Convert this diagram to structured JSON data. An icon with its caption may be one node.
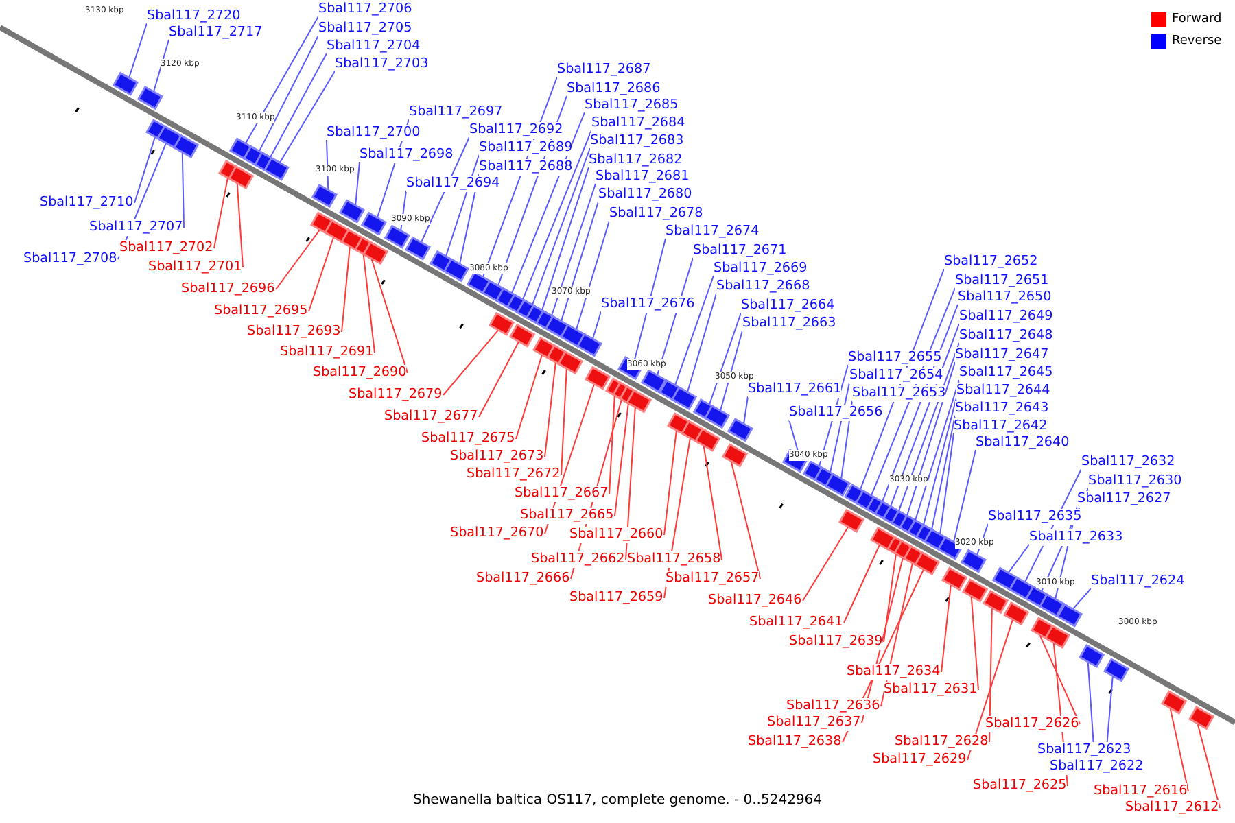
{
  "diagram": {
    "caption": "Shewanella baltica OS117, complete genome. - 0..5242964",
    "nodes": [
      {
        "text": [
          "Sbal117_2720"
        ]
      },
      {
        "text": [
          "Sbal117_2717"
        ]
      },
      {
        "text": [
          "Sbal117_2706"
        ]
      },
      {
        "text": [
          "Sbal117_2705"
        ]
      },
      {
        "text": [
          "Sbal117_2704"
        ]
      },
      {
        "text": [
          "Sbal117_2703"
        ]
      },
      {
        "text": [
          "Sbal117_2710"
        ]
      },
      {
        "text": [
          "Sbal117_2700"
        ]
      },
      {
        "text": [
          "Sbal117_2707"
        ]
      },
      {
        "text": [
          "Sbal117_2702"
        ]
      },
      {
        "text": [
          "Sbal117_2708"
        ]
      },
      {
        "text": [
          "Sbal117_2701"
        ]
      },
      {
        "text": [
          "Sbal117_2698"
        ]
      },
      {
        "text": [
          "Sbal117_2697"
        ]
      },
      {
        "text": [
          "Sbal117_2692"
        ]
      },
      {
        "text": [
          "Sbal117_2689"
        ]
      },
      {
        "text": [
          "Sbal117_2688"
        ]
      },
      {
        "text": [
          "Sbal117_2694"
        ]
      },
      {
        "text": [
          "Sbal117_2687"
        ]
      },
      {
        "text": [
          "Sbal117_2686"
        ]
      },
      {
        "text": [
          "Sbal117_2685"
        ]
      },
      {
        "text": [
          "Sbal117_2684"
        ]
      },
      {
        "text": [
          "Sbal117_2683"
        ]
      },
      {
        "text": [
          "Sbal117_2682"
        ]
      },
      {
        "text": [
          "Sbal117_2681"
        ]
      },
      {
        "text": [
          "Sbal117_2680"
        ]
      },
      {
        "text": [
          "Sbal117_2678"
        ]
      },
      {
        "text": [
          "Sbal117_2674"
        ]
      },
      {
        "text": [
          "Sbal117_2671"
        ]
      },
      {
        "text": [
          "Sbal117_2669"
        ]
      },
      {
        "text": [
          "Sbal117_2668"
        ]
      },
      {
        "text": [
          "Sbal117_2676"
        ]
      },
      {
        "text": [
          "Sbal117_2664"
        ]
      },
      {
        "text": [
          "Sbal117_2663"
        ]
      },
      {
        "text": [
          "Sbal117_2661"
        ]
      },
      {
        "text": [
          "Sbal117_2696"
        ]
      },
      {
        "text": [
          "Sbal117_2695"
        ]
      },
      {
        "text": [
          "Sbal117_2693"
        ]
      },
      {
        "text": [
          "Sbal117_2691"
        ]
      },
      {
        "text": [
          "Sbal117_2690"
        ]
      },
      {
        "text": [
          "Sbal117_2679"
        ]
      },
      {
        "text": [
          "Sbal117_2677"
        ]
      },
      {
        "text": [
          "Sbal117_2675"
        ]
      },
      {
        "text": [
          "Sbal117_2673"
        ]
      },
      {
        "text": [
          "Sbal117_2672"
        ]
      },
      {
        "text": [
          "Sbal117_2667"
        ]
      },
      {
        "text": [
          "Sbal117_2665"
        ]
      },
      {
        "text": [
          "Sbal117_2670"
        ]
      },
      {
        "text": [
          "Sbal117_2660"
        ]
      },
      {
        "text": [
          "Sbal117_2662"
        ]
      },
      {
        "text": [
          "Sbal117_2658"
        ]
      },
      {
        "text": [
          "Sbal117_2666"
        ]
      },
      {
        "text": [
          "Sbal117_2657"
        ]
      },
      {
        "text": [
          "Sbal117_2659"
        ]
      },
      {
        "text": [
          "Sbal117_2646"
        ]
      },
      {
        "text": [
          "Sbal117_2652"
        ]
      },
      {
        "text": [
          "Sbal117_2651"
        ]
      },
      {
        "text": [
          "Sbal117_2650"
        ]
      },
      {
        "text": [
          "Sbal117_2649"
        ]
      },
      {
        "text": [
          "Sbal117_2648"
        ]
      },
      {
        "text": [
          "Sbal117_2647"
        ]
      },
      {
        "text": [
          "Sbal117_2645"
        ]
      },
      {
        "text": [
          "Sbal117_2644"
        ]
      },
      {
        "text": [
          "Sbal117_2643"
        ]
      },
      {
        "text": [
          "Sbal117_2642"
        ]
      },
      {
        "text": [
          "Sbal117_2640"
        ]
      },
      {
        "text": [
          "Sbal117_2655"
        ]
      },
      {
        "text": [
          "Sbal117_2654"
        ]
      },
      {
        "text": [
          "Sbal117_2653"
        ]
      },
      {
        "text": [
          "Sbal117_2656"
        ]
      },
      {
        "text": [
          "Sbal117_2632"
        ]
      },
      {
        "text": [
          "Sbal117_2630"
        ]
      },
      {
        "text": [
          "Sbal117_2627"
        ]
      },
      {
        "text": [
          "Sbal117_2635"
        ]
      },
      {
        "text": [
          "Sbal117_2633"
        ]
      },
      {
        "text": [
          "Sbal117_2624"
        ]
      },
      {
        "text": [
          "Sbal117_2641"
        ]
      },
      {
        "text": [
          "Sbal117_2639"
        ]
      },
      {
        "text": [
          "Sbal117_2634"
        ]
      },
      {
        "text": [
          "Sbal117_2631"
        ]
      },
      {
        "text": [
          "Sbal117_2636"
        ]
      },
      {
        "text": [
          "Sbal117_2637"
        ]
      },
      {
        "text": [
          "Sbal117_2638"
        ]
      },
      {
        "text": [
          "Sbal117_2628"
        ]
      },
      {
        "text": [
          "Sbal117_2629"
        ]
      },
      {
        "text": [
          "Sbal117_2626"
        ]
      },
      {
        "text": [
          "Sbal117_2623"
        ]
      },
      {
        "text": [
          "Sbal117_2625"
        ]
      },
      {
        "text": [
          "Sbal117_2622"
        ]
      },
      {
        "text": [
          "Sbal117_2616"
        ]
      },
      {
        "text": [
          "Sbal117_2612"
        ]
      },
      {
        "text": [],
        "shape": "box"
      },
      {
        "text": [],
        "shape": "box"
      },
      {
        "text": [],
        "shape": "box"
      },
      {
        "text": [],
        "shape": "box"
      },
      {
        "text": [],
        "shape": "box"
      },
      {
        "text": [],
        "shape": "box"
      },
      {
        "text": [],
        "shape": "box"
      },
      {
        "text": [],
        "shape": "box"
      },
      {
        "text": [],
        "shape": "box"
      },
      {
        "text": [],
        "shape": "box"
      },
      {
        "text": [],
        "shape": "box"
      },
      {
        "text": [],
        "shape": "box"
      },
      {
        "text": [],
        "shape": "box"
      },
      {
        "text": [],
        "shape": "box"
      },
      {
        "text": [],
        "shape": "box"
      },
      {
        "text": [],
        "shape": "box"
      },
      {
        "text": [],
        "shape": "box"
      },
      {
        "text": [],
        "shape": "box"
      },
      {
        "text": [],
        "shape": "box"
      },
      {
        "text": [],
        "shape": "box"
      },
      {
        "text": [],
        "shape": "box"
      },
      {
        "text": [],
        "shape": "box"
      },
      {
        "text": [],
        "shape": "box"
      },
      {
        "text": [],
        "shape": "box"
      },
      {
        "text": [],
        "shape": "box"
      },
      {
        "text": [],
        "shape": "box"
      },
      {
        "text": [],
        "shape": "box"
      },
      {
        "text": [],
        "shape": "box"
      },
      {
        "text": [],
        "shape": "box"
      },
      {
        "text": [],
        "shape": "box"
      },
      {
        "text": [],
        "shape": "box"
      },
      {
        "text": [],
        "shape": "box"
      },
      {
        "text": [],
        "shape": "box"
      },
      {
        "text": [],
        "shape": "box"
      },
      {
        "text": [],
        "shape": "box"
      },
      {
        "text": [],
        "shape": "box"
      },
      {
        "text": [],
        "shape": "box"
      },
      {
        "text": [],
        "shape": "box"
      },
      {
        "text": [],
        "shape": "box"
      },
      {
        "text": [],
        "shape": "box"
      },
      {
        "text": [],
        "shape": "box"
      },
      {
        "text": [],
        "shape": "box"
      },
      {
        "text": [],
        "shape": "box"
      },
      {
        "text": [],
        "shape": "box"
      },
      {
        "text": [],
        "shape": "box"
      },
      {
        "text": [],
        "shape": "box"
      },
      {
        "text": [],
        "shape": "box"
      },
      {
        "text": [],
        "shape": "box"
      },
      {
        "text": [],
        "shape": "box"
      },
      {
        "text": [],
        "shape": "box"
      },
      {
        "text": [],
        "shape": "box"
      },
      {
        "text": [],
        "shape": "box"
      },
      {
        "text": [],
        "shape": "box"
      },
      {
        "text": [],
        "shape": "box"
      },
      {
        "text": [],
        "shape": "box"
      },
      {
        "text": [],
        "shape": "box"
      },
      {
        "text": [],
        "shape": "box"
      },
      {
        "text": [],
        "shape": "box"
      },
      {
        "text": [],
        "shape": "box"
      },
      {
        "text": [],
        "shape": "box"
      },
      {
        "text": [],
        "shape": "box"
      },
      {
        "text": [],
        "shape": "box"
      },
      {
        "text": [],
        "shape": "box"
      },
      {
        "text": [],
        "shape": "box"
      },
      {
        "text": [],
        "shape": "box"
      },
      {
        "text": [],
        "shape": "box"
      },
      {
        "text": [],
        "shape": "box"
      },
      {
        "text": [],
        "shape": "box"
      },
      {
        "text": [],
        "shape": "box"
      },
      {
        "text": [],
        "shape": "box"
      },
      {
        "text": [],
        "shape": "box"
      },
      {
        "text": [],
        "shape": "box"
      },
      {
        "text": [],
        "shape": "box"
      },
      {
        "text": [],
        "shape": "box"
      },
      {
        "text": [],
        "shape": "box"
      },
      {
        "text": [],
        "shape": "box"
      },
      {
        "text": [],
        "shape": "box"
      },
      {
        "text": [],
        "shape": "box"
      },
      {
        "text": [],
        "shape": "box"
      },
      {
        "text": [],
        "shape": "box"
      },
      {
        "text": [],
        "shape": "box"
      },
      {
        "text": [],
        "shape": "box"
      },
      {
        "text": [],
        "shape": "box"
      },
      {
        "text": [],
        "shape": "box"
      },
      {
        "text": [],
        "shape": "box"
      },
      {
        "text": [],
        "shape": "box"
      },
      {
        "text": [],
        "shape": "box"
      },
      {
        "text": [],
        "shape": "box"
      },
      {
        "text": [],
        "shape": "box"
      },
      {
        "text": [],
        "shape": "box"
      },
      {
        "text": [],
        "shape": "box"
      }
    ],
    "edges": [
      {
        "from": 0,
        "to": 91,
        "arrow": "none"
      },
      {
        "from": 1,
        "to": 92,
        "arrow": "none"
      },
      {
        "from": 2,
        "to": 96,
        "arrow": "none"
      },
      {
        "from": 3,
        "to": 99,
        "arrow": "none"
      },
      {
        "from": 4,
        "to": 100,
        "arrow": "none"
      },
      {
        "from": 5,
        "to": 101,
        "arrow": "none"
      },
      {
        "from": 6,
        "to": 93,
        "arrow": "none"
      },
      {
        "from": 7,
        "to": 102,
        "arrow": "none"
      },
      {
        "from": 8,
        "to": 95,
        "arrow": "none"
      },
      {
        "from": 9,
        "to": 97,
        "arrow": "none",
        "color": "#ff3a3a"
      },
      {
        "from": 10,
        "to": 94,
        "arrow": "none"
      },
      {
        "from": 11,
        "to": 98,
        "arrow": "none",
        "color": "#ff3a3a"
      },
      {
        "from": 12,
        "to": 105,
        "arrow": "none"
      },
      {
        "from": 13,
        "to": 107,
        "arrow": "none"
      },
      {
        "from": 14,
        "to": 111,
        "arrow": "none"
      },
      {
        "from": 15,
        "to": 112,
        "arrow": "none"
      },
      {
        "from": 16,
        "to": 113,
        "arrow": "none"
      },
      {
        "from": 17,
        "to": 110,
        "arrow": "none"
      },
      {
        "from": 18,
        "to": 114,
        "arrow": "none"
      },
      {
        "from": 19,
        "to": 115,
        "arrow": "none"
      },
      {
        "from": 20,
        "to": 116,
        "arrow": "none"
      },
      {
        "from": 21,
        "to": 118,
        "arrow": "none"
      },
      {
        "from": 22,
        "to": 119,
        "arrow": "none"
      },
      {
        "from": 23,
        "to": 121,
        "arrow": "none"
      },
      {
        "from": 24,
        "to": 122,
        "arrow": "none"
      },
      {
        "from": 25,
        "to": 123,
        "arrow": "none"
      },
      {
        "from": 26,
        "to": 126,
        "arrow": "none"
      },
      {
        "from": 27,
        "to": 130,
        "arrow": "none"
      },
      {
        "from": 28,
        "to": 135,
        "arrow": "none"
      },
      {
        "from": 29,
        "to": 136,
        "arrow": "none"
      },
      {
        "from": 30,
        "to": 137,
        "arrow": "none"
      },
      {
        "from": 31,
        "to": 128,
        "arrow": "none"
      },
      {
        "from": 32,
        "to": 139,
        "arrow": "none"
      },
      {
        "from": 33,
        "to": 141,
        "arrow": "none"
      },
      {
        "from": 34,
        "to": 143,
        "arrow": "none"
      },
      {
        "from": 35,
        "to": 103,
        "arrow": "none",
        "color": "#ff3a3a"
      },
      {
        "from": 36,
        "to": 104,
        "arrow": "none",
        "color": "#ff3a3a"
      },
      {
        "from": 37,
        "to": 106,
        "arrow": "none",
        "color": "#ff3a3a"
      },
      {
        "from": 38,
        "to": 108,
        "arrow": "none",
        "color": "#ff3a3a"
      },
      {
        "from": 39,
        "to": 109,
        "arrow": "none",
        "color": "#ff3a3a"
      },
      {
        "from": 40,
        "to": 117,
        "arrow": "none",
        "color": "#ff3a3a"
      },
      {
        "from": 41,
        "to": 120,
        "arrow": "none",
        "color": "#ff3a3a"
      },
      {
        "from": 42,
        "to": 124,
        "arrow": "none",
        "color": "#ff3a3a"
      },
      {
        "from": 43,
        "to": 125,
        "arrow": "none",
        "color": "#ff3a3a"
      },
      {
        "from": 44,
        "to": 127,
        "arrow": "none",
        "color": "#ff3a3a"
      },
      {
        "from": 45,
        "to": 131,
        "arrow": "none",
        "color": "#ff3a3a"
      },
      {
        "from": 46,
        "to": 133,
        "arrow": "none",
        "color": "#ff3a3a"
      },
      {
        "from": 47,
        "to": 129,
        "arrow": "none",
        "color": "#ff3a3a"
      },
      {
        "from": 48,
        "to": 138,
        "arrow": "none",
        "color": "#ff3a3a"
      },
      {
        "from": 49,
        "to": 134,
        "arrow": "none",
        "color": "#ff3a3a"
      },
      {
        "from": 50,
        "to": 142,
        "arrow": "none",
        "color": "#ff3a3a"
      },
      {
        "from": 51,
        "to": 132,
        "arrow": "none",
        "color": "#ff3a3a"
      },
      {
        "from": 52,
        "to": 144,
        "arrow": "none",
        "color": "#ff3a3a"
      },
      {
        "from": 53,
        "to": 140,
        "arrow": "none",
        "color": "#ff3a3a"
      },
      {
        "from": 54,
        "to": 150,
        "arrow": "none",
        "color": "#ff3a3a"
      },
      {
        "from": 55,
        "to": 149,
        "arrow": "none"
      },
      {
        "from": 56,
        "to": 151,
        "arrow": "none"
      },
      {
        "from": 57,
        "to": 152,
        "arrow": "none"
      },
      {
        "from": 58,
        "to": 153,
        "arrow": "none"
      },
      {
        "from": 59,
        "to": 154,
        "arrow": "none"
      },
      {
        "from": 60,
        "to": 156,
        "arrow": "none"
      },
      {
        "from": 61,
        "to": 157,
        "arrow": "none"
      },
      {
        "from": 62,
        "to": 160,
        "arrow": "none"
      },
      {
        "from": 63,
        "to": 161,
        "arrow": "none"
      },
      {
        "from": 64,
        "to": 163,
        "arrow": "none"
      },
      {
        "from": 65,
        "to": 165,
        "arrow": "none"
      },
      {
        "from": 66,
        "to": 146,
        "arrow": "none"
      },
      {
        "from": 67,
        "to": 147,
        "arrow": "none"
      },
      {
        "from": 68,
        "to": 148,
        "arrow": "none"
      },
      {
        "from": 69,
        "to": 145,
        "arrow": "none"
      },
      {
        "from": 70,
        "to": 171,
        "arrow": "none"
      },
      {
        "from": 71,
        "to": 173,
        "arrow": "none"
      },
      {
        "from": 72,
        "to": 174,
        "arrow": "none"
      },
      {
        "from": 73,
        "to": 167,
        "arrow": "none"
      },
      {
        "from": 74,
        "to": 169,
        "arrow": "none"
      },
      {
        "from": 75,
        "to": 176,
        "arrow": "none"
      },
      {
        "from": 76,
        "to": 155,
        "arrow": "none",
        "color": "#ff3a3a"
      },
      {
        "from": 77,
        "to": 158,
        "arrow": "none",
        "color": "#ff3a3a"
      },
      {
        "from": 78,
        "to": 166,
        "arrow": "none",
        "color": "#ff3a3a"
      },
      {
        "from": 79,
        "to": 168,
        "arrow": "none",
        "color": "#ff3a3a"
      },
      {
        "from": 80,
        "to": 162,
        "arrow": "none",
        "color": "#ff3a3a"
      },
      {
        "from": 81,
        "to": 159,
        "arrow": "none",
        "color": "#ff3a3a"
      },
      {
        "from": 82,
        "to": 164,
        "arrow": "none",
        "color": "#ff3a3a"
      },
      {
        "from": 83,
        "to": 170,
        "arrow": "none",
        "color": "#ff3a3a"
      },
      {
        "from": 84,
        "to": 172,
        "arrow": "none",
        "color": "#ff3a3a"
      },
      {
        "from": 85,
        "to": 175,
        "arrow": "none",
        "color": "#ff3a3a"
      },
      {
        "from": 86,
        "to": 178,
        "arrow": "none"
      },
      {
        "from": 87,
        "to": 177,
        "arrow": "none",
        "color": "#ff3a3a"
      },
      {
        "from": 88,
        "to": 179,
        "arrow": "none"
      },
      {
        "from": 89,
        "to": 180,
        "arrow": "none",
        "color": "#ff3a3a"
      },
      {
        "from": 90,
        "to": 181,
        "arrow": "none",
        "color": "#ff3a3a"
      }
    ],
    "labels": [
      "3130 kbp",
      "3120 kbp",
      "3110 kbp",
      "3100 kbp",
      "3090 kbp",
      "3080 kbp",
      "3070 kbp",
      "3060 kbp",
      "3050 kbp",
      "3040 kbp",
      "3030 kbp",
      "3020 kbp",
      "3010 kbp",
      "3000 kbp"
    ],
    "legend": [
      {
        "text": "Forward",
        "color": "#ff0000"
      },
      {
        "text": "Reverse",
        "color": "#0000ff"
      }
    ]
  }
}
